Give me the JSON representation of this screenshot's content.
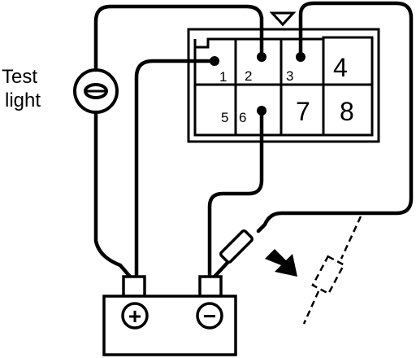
{
  "labels": {
    "test_light_line1": "Test",
    "test_light_line2": "light"
  },
  "connector": {
    "pins": [
      "1",
      "2",
      "3",
      "4",
      "5",
      "6",
      "7",
      "8"
    ]
  },
  "battery": {
    "positive_symbol": "+",
    "negative_symbol": "−"
  }
}
